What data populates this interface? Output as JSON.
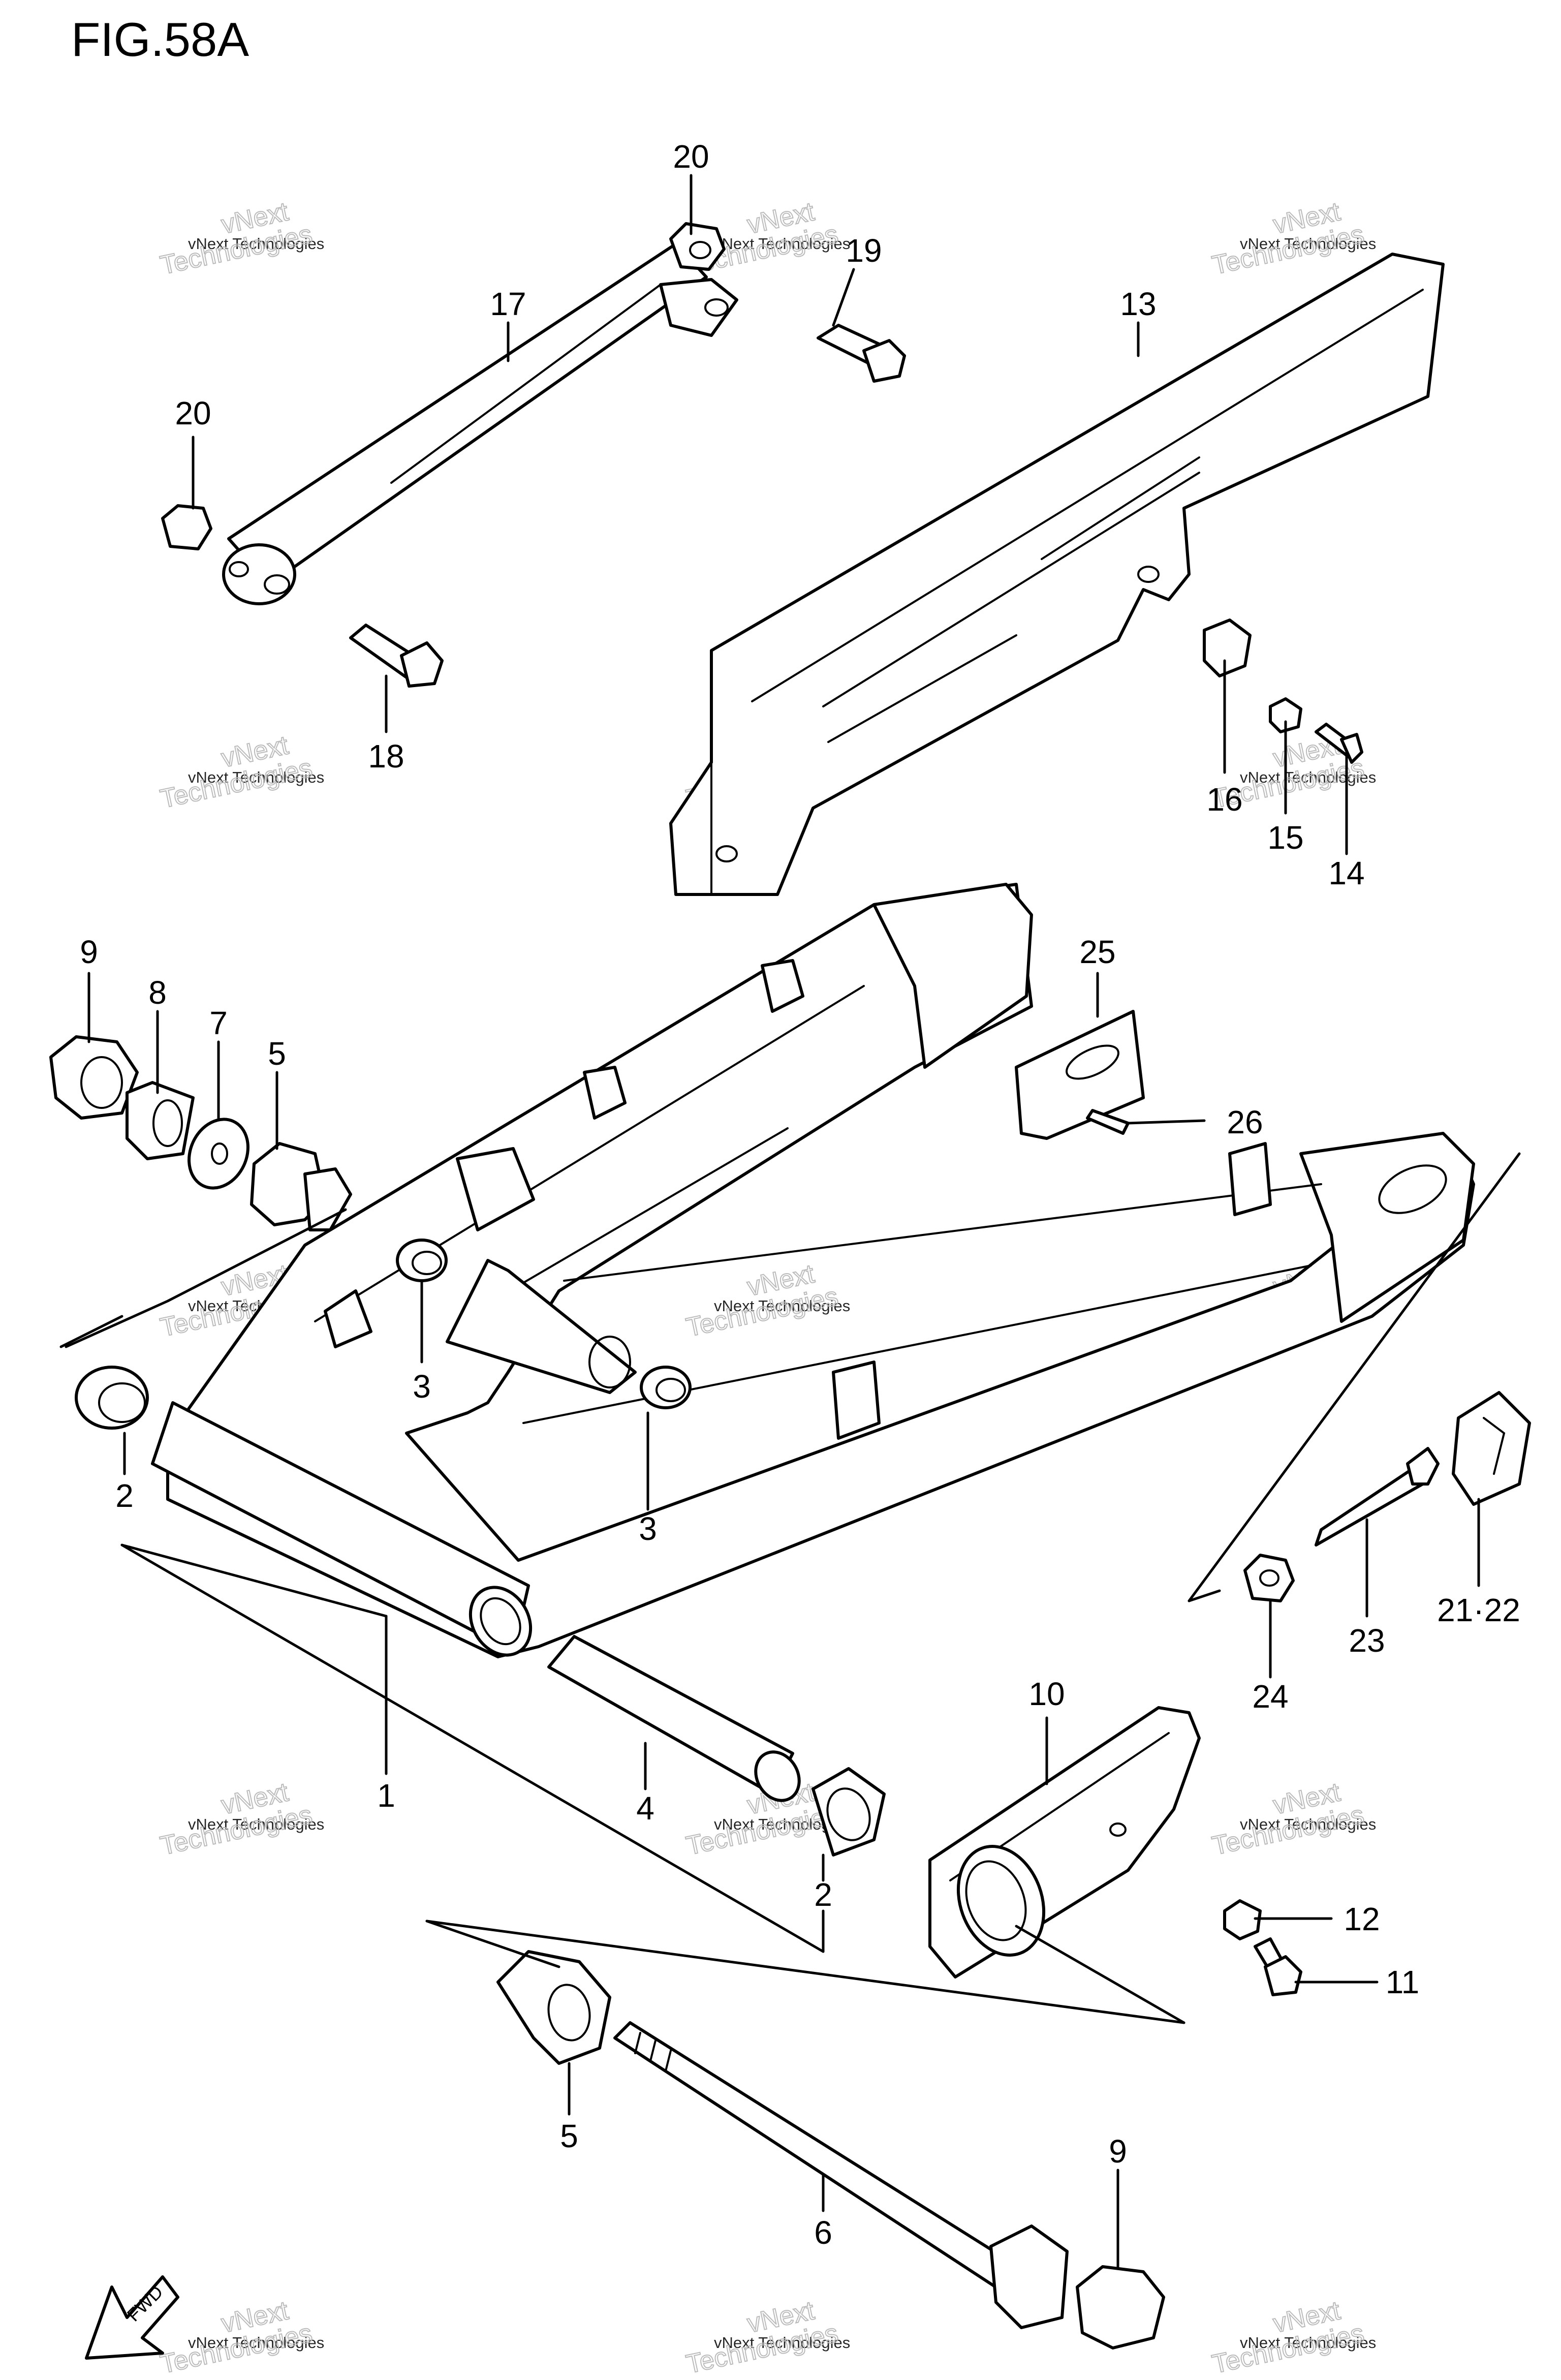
{
  "figure": {
    "title": "FIG.58A",
    "fwd_label": "FWD"
  },
  "watermark": {
    "line1": "vNext Technologies",
    "line2": "vNext",
    "line3": "Technologies"
  },
  "callouts": [
    {
      "id": "c20a",
      "label": "20"
    },
    {
      "id": "c19",
      "label": "19"
    },
    {
      "id": "c17",
      "label": "17"
    },
    {
      "id": "c13",
      "label": "13"
    },
    {
      "id": "c20b",
      "label": "20"
    },
    {
      "id": "c18",
      "label": "18"
    },
    {
      "id": "c16",
      "label": "16"
    },
    {
      "id": "c15",
      "label": "15"
    },
    {
      "id": "c14",
      "label": "14"
    },
    {
      "id": "c9a",
      "label": "9"
    },
    {
      "id": "c8",
      "label": "8"
    },
    {
      "id": "c7",
      "label": "7"
    },
    {
      "id": "c5a",
      "label": "5"
    },
    {
      "id": "c25",
      "label": "25"
    },
    {
      "id": "c26",
      "label": "26"
    },
    {
      "id": "c3a",
      "label": "3"
    },
    {
      "id": "c3b",
      "label": "3"
    },
    {
      "id": "c2a",
      "label": "2"
    },
    {
      "id": "c21",
      "label": "21·22"
    },
    {
      "id": "c23",
      "label": "23"
    },
    {
      "id": "c24",
      "label": "24"
    },
    {
      "id": "c10",
      "label": "10"
    },
    {
      "id": "c1",
      "label": "1"
    },
    {
      "id": "c4",
      "label": "4"
    },
    {
      "id": "c2b",
      "label": "2"
    },
    {
      "id": "c12",
      "label": "12"
    },
    {
      "id": "c11",
      "label": "11"
    },
    {
      "id": "c5b",
      "label": "5"
    },
    {
      "id": "c6",
      "label": "6"
    },
    {
      "id": "c9b",
      "label": "9"
    }
  ]
}
